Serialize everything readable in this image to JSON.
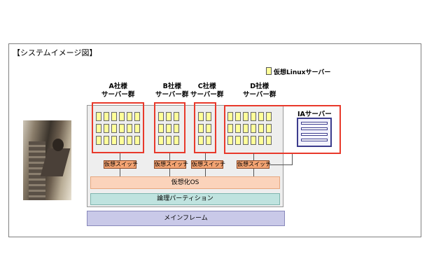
{
  "title": "【システムイメージ図】",
  "legend": {
    "label": "仮想Linuxサーバー",
    "swatch_color": "#ffff99"
  },
  "groups": [
    {
      "label": "A社様\nサーバー群",
      "cols": 6,
      "rows": 3,
      "switch_label": "仮想スイッチ"
    },
    {
      "label": "B社様\nサーバー群",
      "cols": 3,
      "rows": 3,
      "switch_label": "仮想スイッチ"
    },
    {
      "label": "C社様\nサーバー群",
      "cols": 2,
      "rows": 3,
      "switch_label": "仮想スイッチ"
    },
    {
      "label": "D社様\nサーバー群",
      "cols": 6,
      "rows": 3,
      "switch_label": "仮想スイッチ"
    }
  ],
  "ia_server": {
    "label": "IAサーバー"
  },
  "layers": {
    "virtual_os": "仮想化OS",
    "logical_partition": "論理パーティション",
    "mainframe": "メインフレーム"
  },
  "colors": {
    "highlight": "#e8392b",
    "virtual_os": "#fbd3bb",
    "logical_partition": "#bfe3df",
    "mainframe": "#c9c9e8",
    "switch": "#f4a473"
  }
}
